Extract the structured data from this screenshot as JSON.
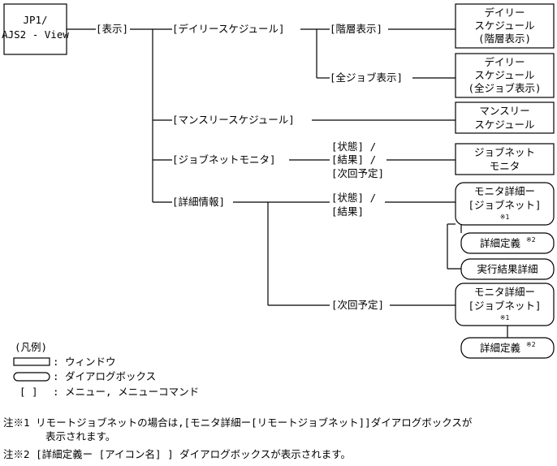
{
  "root": {
    "line1": "JP1/",
    "line2": "AJS2 - View"
  },
  "menus": {
    "display": "[表示]",
    "daily": "[デイリースケジュール]",
    "hierarchy": "[階層表示]",
    "all_jobs": "[全ジョブ表示]",
    "monthly": "[マンスリースケジュール]",
    "jobnet_monitor": "[ジョブネットモニタ]",
    "detail_info": "[詳細情報]",
    "status_result_a": "[状態] /",
    "status_result_b": "[結果] /",
    "status_result_c": "[次回予定]",
    "detail_status": "[状態] /",
    "detail_result": "[結果]",
    "detail_next": "[次回予定]"
  },
  "windows": {
    "daily_hier": [
      "デイリー",
      "スケジュール",
      "(階層表示)"
    ],
    "daily_all": [
      "デイリー",
      "スケジュール",
      "(全ジョブ表示)"
    ],
    "monthly": [
      "マンスリー",
      "スケジュール"
    ],
    "jobnet_monitor": [
      "ジョブネット",
      "モニタ"
    ]
  },
  "dialogs": {
    "monitor_detail_1": [
      "モニタ詳細ー",
      "[ジョブネット]",
      "※1"
    ],
    "detail_def_1": {
      "text": "詳細定義",
      "sup": "※2"
    },
    "exec_result": "実行結果詳細",
    "monitor_detail_2": [
      "モニタ詳細ー",
      "[ジョブネット]",
      "※1"
    ],
    "detail_def_2": {
      "text": "詳細定義",
      "sup": "※2"
    }
  },
  "legend": {
    "title": "(凡例)",
    "window": ": ウィンドウ",
    "dialog": ": ダイアログボックス",
    "menu_symbol": "[ ]",
    "menu": ": メニュー, メニューコマンド"
  },
  "notes": {
    "n1_mark": "注※1",
    "n1_line1": "リモートジョブネットの場合は,[モニタ詳細ー[リモートジョブネット]]ダイアログボックスが",
    "n1_line2": "表示されます。",
    "n2_mark": "注※2",
    "n2_line1": "[詳細定義ー [アイコン名] ] ダイアログボックスが表示されます。"
  }
}
